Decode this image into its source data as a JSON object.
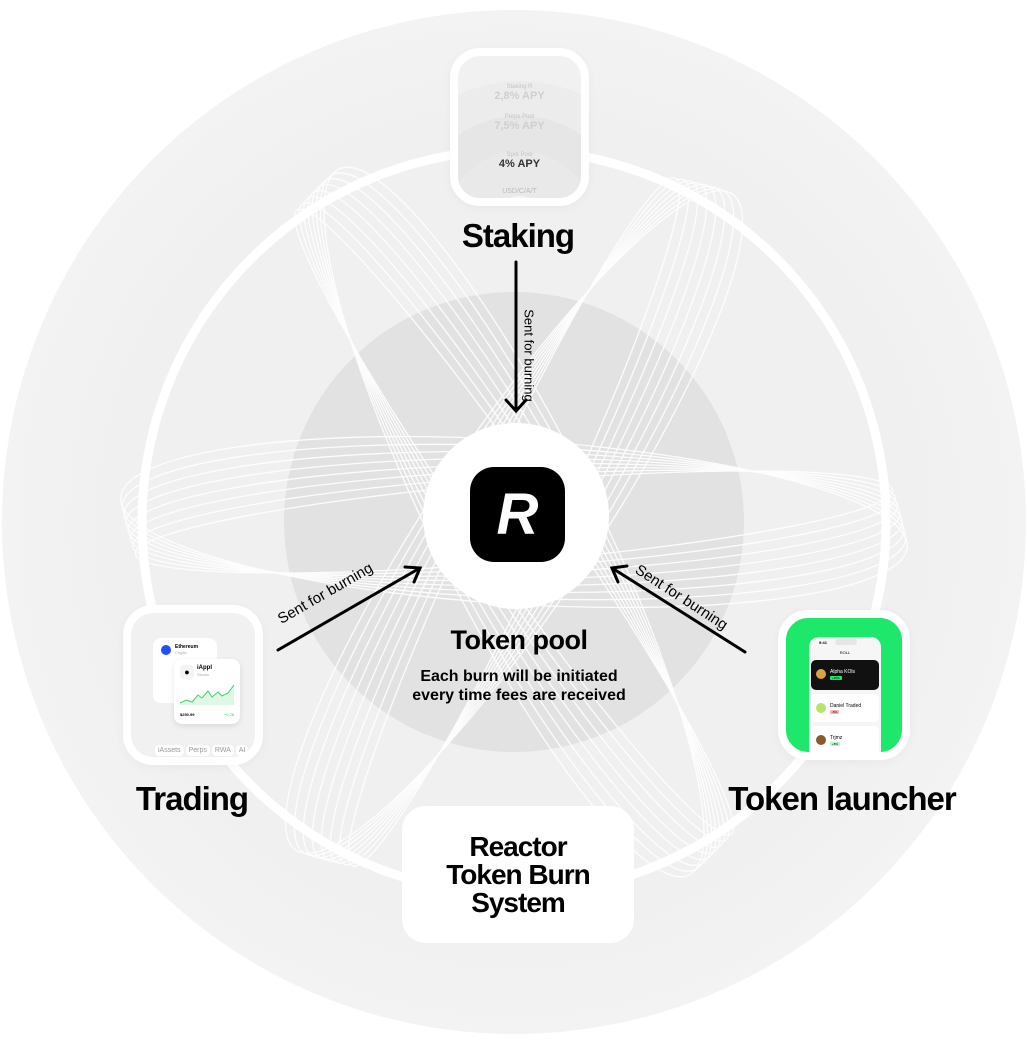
{
  "center": {
    "title": "Token pool",
    "subtitle_line1": "Each burn will be initiated",
    "subtitle_line2": "every time fees are received",
    "logo_letter": "R"
  },
  "staking": {
    "label": "Staking",
    "card": {
      "tiers": [
        {
          "name": "Staking R",
          "apy": "2,8% APY"
        },
        {
          "name": "Perps Pool",
          "apy": "7,5% APY"
        },
        {
          "name": "Spot Pool",
          "apy": "4% APY"
        }
      ],
      "base": "USD/C/A/T"
    }
  },
  "trading": {
    "label": "Trading",
    "card": {
      "asset1": {
        "name": "Ethereum",
        "sub": "Crypto"
      },
      "asset2": {
        "name": "iAppl",
        "sub": "Stocks",
        "price": "$250.99",
        "change": "+0.28"
      },
      "tabs": [
        "iAssets",
        "Perps",
        "RWA",
        "AI"
      ]
    }
  },
  "launcher": {
    "label": "Token launcher",
    "card": {
      "time": "9:41",
      "screen_title": "ROLL",
      "tokens": [
        {
          "name": "Alpha KOls",
          "badge": "+15%"
        },
        {
          "name": "Daniel Traded",
          "badge": "-5%"
        },
        {
          "name": "Trjmz",
          "badge": "+8%"
        }
      ]
    }
  },
  "arrows": {
    "top": "Sent for burning",
    "left": "Sent for burning",
    "right": "Sent for burning"
  },
  "footer": {
    "line1": "Reactor",
    "line2": "Token Burn",
    "line3": "System"
  },
  "colors": {
    "launcher_green": "#1ee86b",
    "logo_black": "#000000",
    "chart_green": "#3fd36b",
    "eth_blue": "#1f4fff"
  }
}
